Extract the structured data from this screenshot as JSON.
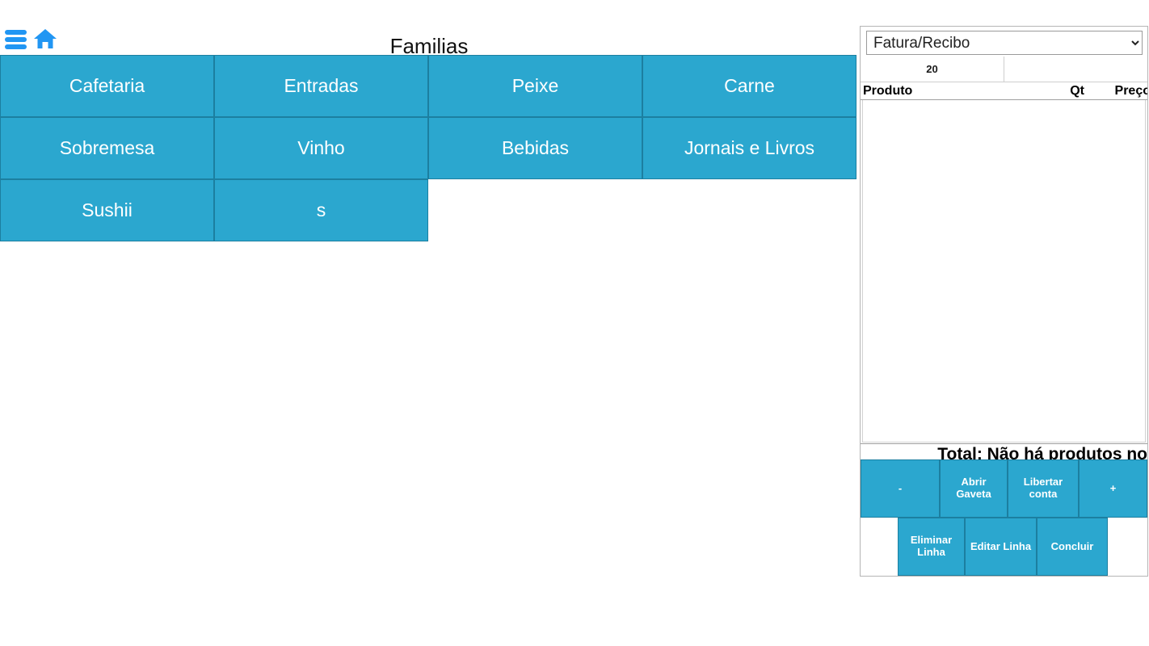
{
  "topbar": {
    "menu_icon": "hamburger-icon",
    "home_icon": "home-icon",
    "title": "Familias"
  },
  "categories": [
    {
      "label": "Cafetaria"
    },
    {
      "label": "Entradas"
    },
    {
      "label": "Peixe"
    },
    {
      "label": "Carne"
    },
    {
      "label": "Sobremesa"
    },
    {
      "label": "Vinho"
    },
    {
      "label": "Bebidas"
    },
    {
      "label": "Jornais e Livros"
    },
    {
      "label": "Sushii"
    },
    {
      "label": "s"
    }
  ],
  "order_panel": {
    "doc_type": {
      "selected": "Fatura/Recibo",
      "options": [
        "Fatura/Recibo"
      ]
    },
    "meta": {
      "table_number": "20",
      "secondary": ""
    },
    "columns": {
      "produto": "Produto",
      "qt": "Qt",
      "preco": "Preço"
    },
    "rows": [],
    "total_text": "Total: Não há produtos no",
    "actions_row_1": [
      {
        "label": "-",
        "type": "button"
      },
      {
        "label": "Abrir Gaveta",
        "type": "button"
      },
      {
        "label": "Libertar conta",
        "type": "button"
      },
      {
        "label": "+",
        "type": "button"
      }
    ],
    "actions_row_2": [
      {
        "label": "",
        "type": "spacer"
      },
      {
        "label": "Eliminar Linha",
        "type": "button"
      },
      {
        "label": "Editar Linha",
        "type": "button"
      },
      {
        "label": "Concluir",
        "type": "button"
      },
      {
        "label": "",
        "type": "spacer"
      }
    ]
  },
  "colors": {
    "accent_blue": "#2ba7cf",
    "accent_border": "#1c7fa0",
    "icon_blue": "#2196f3",
    "text_on_accent": "#ffffff",
    "panel_border": "#b5b5b5",
    "page_background": "#ffffff"
  }
}
